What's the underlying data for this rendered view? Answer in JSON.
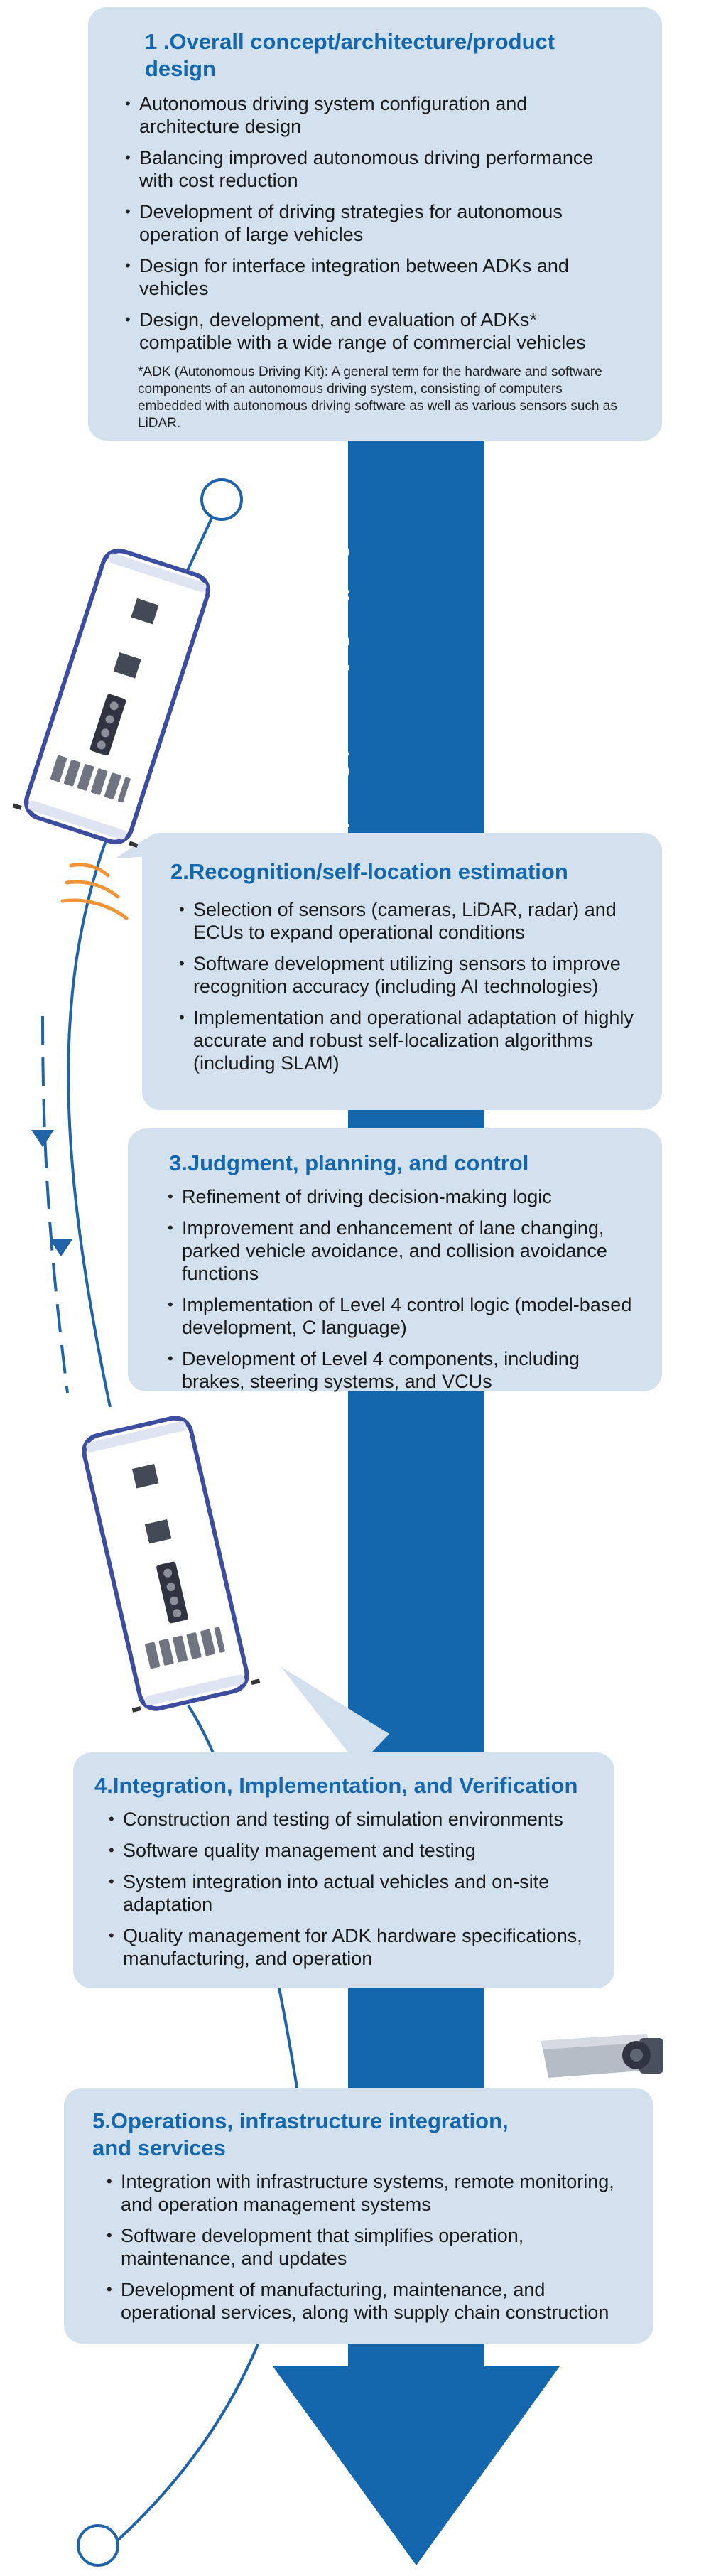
{
  "colors": {
    "band_blue": "#1567ad",
    "box_fill": "#d3e0ee",
    "heading_blue": "#1567ad",
    "route_blue": "#2163a8",
    "signal_orange": "#f09437",
    "bus_outline": "#3c4c9e"
  },
  "band_label": "Quality, Safety, and Standards Compliance",
  "sections": [
    {
      "title": "1 .Overall concept/architecture/product design",
      "items": [
        "Autonomous driving system configuration and architecture design",
        "Balancing improved autonomous driving performance with cost reduction",
        "Development of driving strategies for autonomous operation of large vehicles",
        "Design for interface integration between ADKs and vehicles",
        "Design, development, and evaluation of ADKs* compatible with a wide range of commercial vehicles"
      ],
      "note": "*ADK (Autonomous Driving Kit): A general term for the hardware and software components of an autonomous driving system, consisting of computers embedded with autonomous driving software as well as various sensors such as LiDAR."
    },
    {
      "title": "2.Recognition/self-location estimation",
      "items": [
        "Selection of sensors (cameras, LiDAR, radar) and ECUs to expand operational conditions",
        "Software development utilizing sensors to improve recognition accuracy (including AI technologies)",
        "Implementation and operational adaptation of highly accurate and robust self-localization algorithms (including SLAM)"
      ]
    },
    {
      "title": "3.Judgment, planning, and control",
      "items": [
        "Refinement of driving decision-making logic",
        "Improvement and enhancement of lane changing, parked vehicle avoidance, and collision avoidance functions",
        "Implementation of Level 4 control logic (model-based development, C language)",
        "Development of Level 4 components, including brakes, steering systems, and VCUs"
      ]
    },
    {
      "title": "4.Integration, Implementation, and Verification",
      "items": [
        "Construction and testing of simulation environments",
        "Software quality management and testing",
        "System integration into actual vehicles and on-site adaptation",
        "Quality management for ADK hardware specifications, manufacturing, and operation"
      ]
    },
    {
      "title": "5.Operations, infrastructure integration, and services",
      "items": [
        "Integration with infrastructure systems, remote monitoring, and operation management systems",
        "Software development that simplifies operation, maintenance, and updates",
        "Development of manufacturing, maintenance, and operational services, along with supply chain construction"
      ]
    }
  ]
}
